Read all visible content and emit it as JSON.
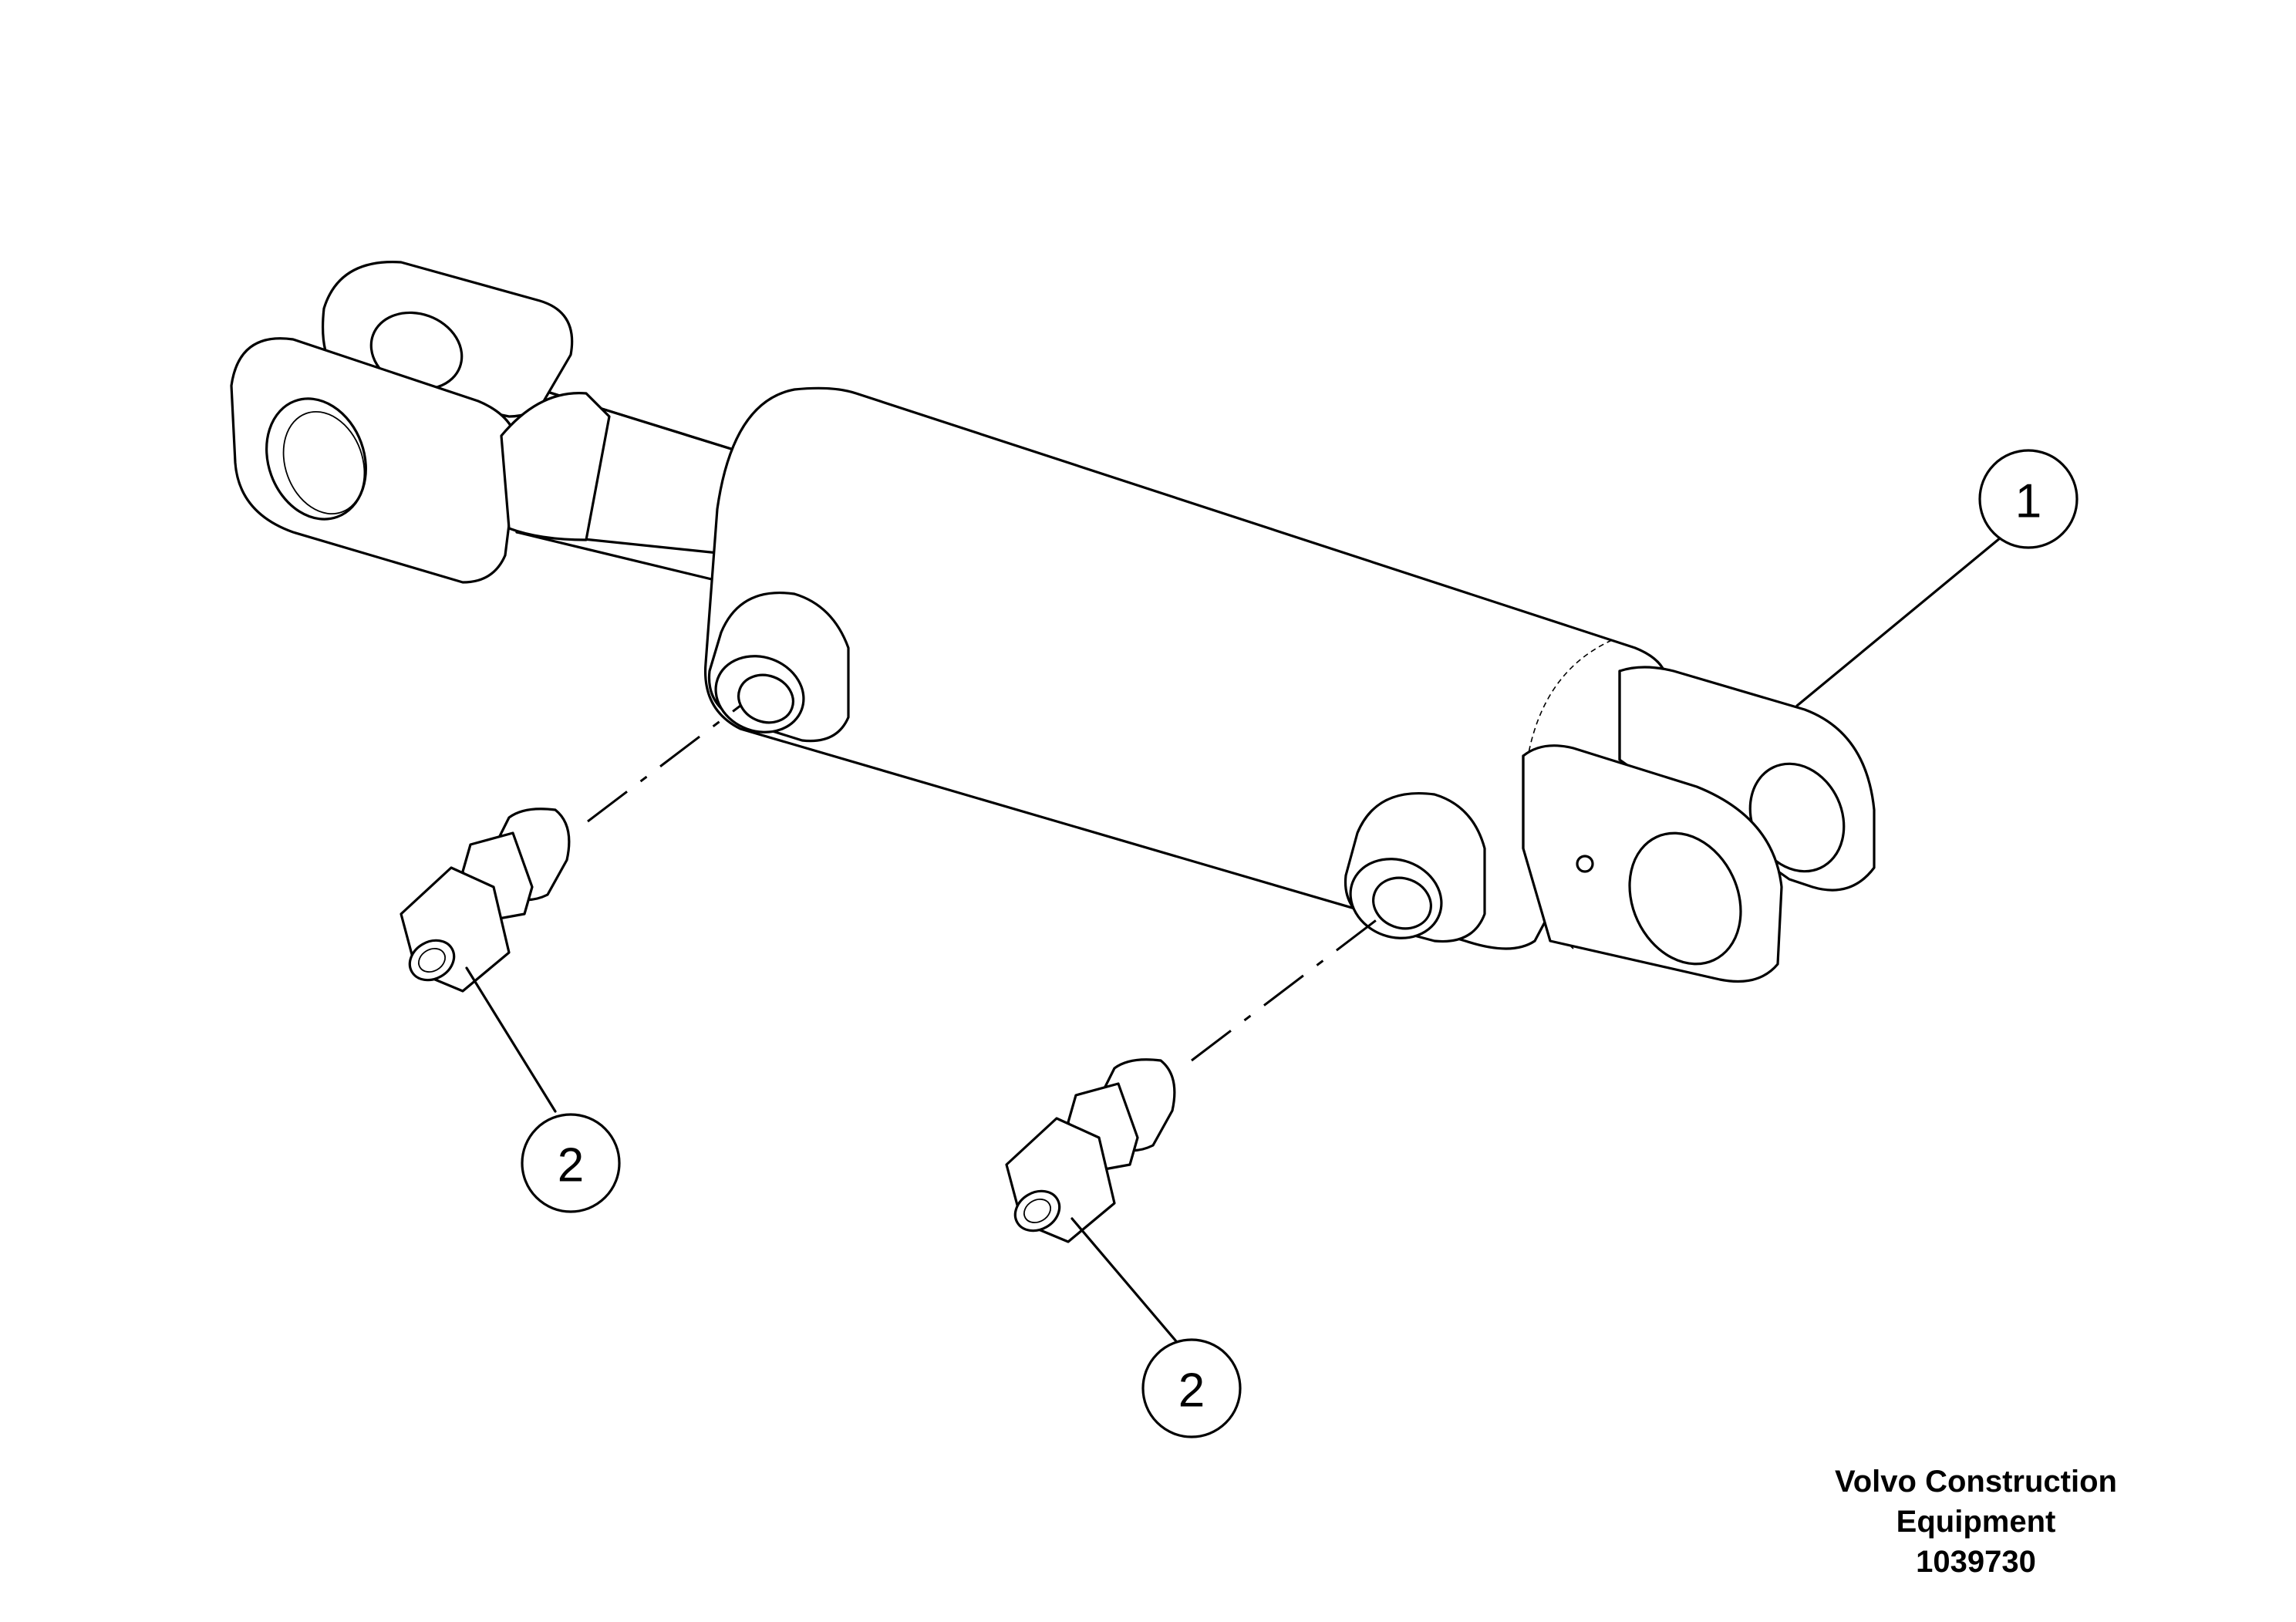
{
  "callouts": [
    {
      "label": "1"
    },
    {
      "label": "2"
    },
    {
      "label": "2"
    }
  ],
  "footer": {
    "line1": "Volvo Construction",
    "line2": "Equipment",
    "drawing_number": "1039730"
  }
}
